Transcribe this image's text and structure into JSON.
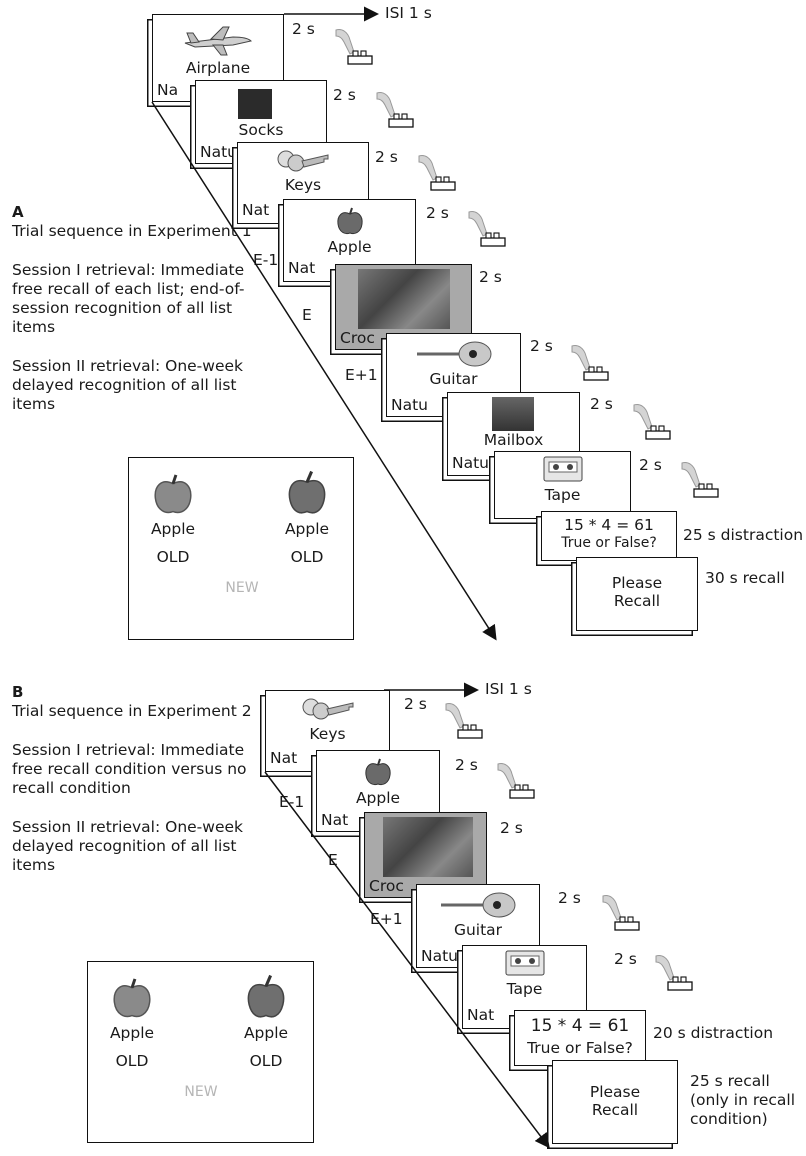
{
  "panel_a": {
    "letter": "A",
    "desc": [
      "Trial sequence in Experiment 1",
      "Session I retrieval: Immediate free recall of each list; end-of-session recognition of all list items",
      "Session II retrieval: One-week delayed recognition of all list items"
    ],
    "isi": "ISI  1 s",
    "cards": [
      {
        "label": "Airplane",
        "nat": "Na",
        "timing": "2 s",
        "icon": "airplane-icon"
      },
      {
        "label": "Socks",
        "nat": "Natu",
        "timing": "2 s",
        "icon": "socks-photo"
      },
      {
        "label": "Keys",
        "nat": "Nat",
        "timing": "2 s",
        "icon": "keys-icon"
      },
      {
        "label": "Apple",
        "nat": "Nat",
        "timing": "2 s",
        "icon": "apple-icon",
        "edge": "E-1"
      },
      {
        "label": "Croc",
        "nat": "",
        "timing": "2 s",
        "icon": "crocodile-photo",
        "edge": "E"
      },
      {
        "label": "Guitar",
        "nat": "Natu",
        "timing": "2 s",
        "icon": "guitar-icon",
        "edge": "E+1"
      },
      {
        "label": "Mailbox",
        "nat": "Natu",
        "timing": "2 s",
        "icon": "mailbox-photo"
      },
      {
        "label": "Tape",
        "nat": "",
        "timing": "2 s",
        "icon": "tape-icon"
      }
    ],
    "distraction": {
      "line1": "15 * 4 = 61",
      "line2": "True or False?",
      "timing": "25 s distraction"
    },
    "recall": {
      "line1": "Please",
      "line2": "Recall",
      "timing": "30 s recall"
    },
    "recognition": {
      "word1": "Apple",
      "old1": "OLD",
      "word2": "Apple",
      "old2": "OLD",
      "new": "NEW"
    }
  },
  "panel_b": {
    "letter": "B",
    "desc": [
      "Trial sequence in Experiment 2",
      "Session I retrieval: Immediate free recall condition versus no recall condition",
      "Session II retrieval: One-week delayed recognition of all list items"
    ],
    "isi": "ISI  1 s",
    "cards": [
      {
        "label": "Keys",
        "nat": "Nat",
        "timing": "2 s",
        "icon": "keys-icon"
      },
      {
        "label": "Apple",
        "nat": "Nat",
        "timing": "2 s",
        "icon": "apple-icon",
        "edge": "E-1"
      },
      {
        "label": "Croc",
        "nat": "",
        "timing": "2 s",
        "icon": "crocodile-photo",
        "edge": "E"
      },
      {
        "label": "Guitar",
        "nat": "Natu",
        "timing": "2 s",
        "icon": "guitar-icon",
        "edge": "E+1"
      },
      {
        "label": "Tape",
        "nat": "Nat",
        "timing": "2 s",
        "icon": "tape-icon"
      }
    ],
    "distraction": {
      "line1": "15 * 4 = 61",
      "line2": "True or False?",
      "timing": "20 s distraction"
    },
    "recall": {
      "line1": "Please",
      "line2": "Recall",
      "timing_lines": [
        "25 s recall",
        "(only in recall",
        "condition)"
      ]
    },
    "recognition": {
      "word1": "Apple",
      "old1": "OLD",
      "word2": "Apple",
      "old2": "OLD",
      "new": "NEW"
    }
  }
}
